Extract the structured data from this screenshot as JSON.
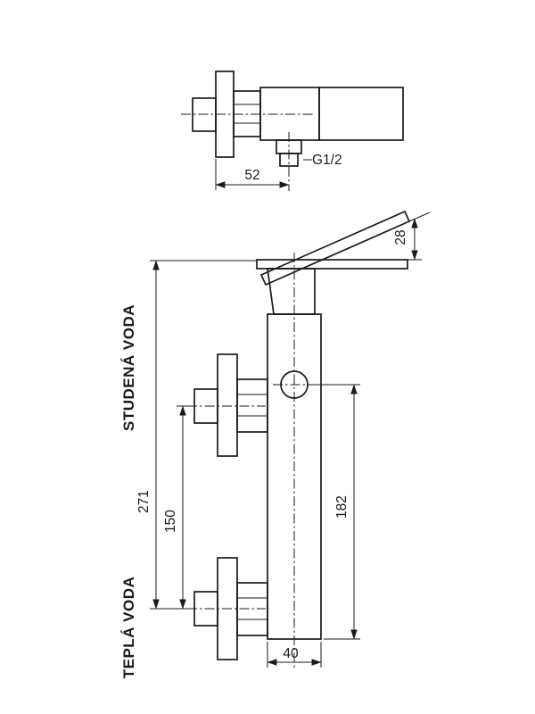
{
  "drawing": {
    "ink_color": "#1a1a1a",
    "labels": {
      "cold_water": "STUDENÁ VODA",
      "hot_water": "TEPLÁ VODA",
      "thread": "G1/2"
    },
    "dimensions": {
      "wall_offset": "52",
      "lever_rise": "28",
      "overall_height": "271",
      "inlet_spacing": "150",
      "outlet_height": "182",
      "body_width": "40"
    }
  }
}
